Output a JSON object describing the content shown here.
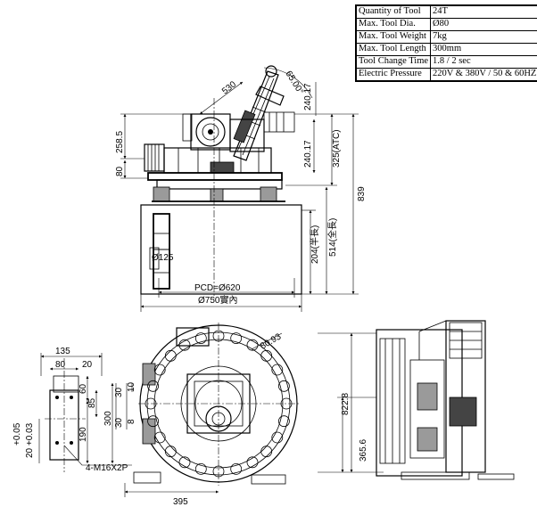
{
  "specs": [
    {
      "label": "Quantity of Tool",
      "value": "24T"
    },
    {
      "label": "Max. Tool Dia.",
      "value": "Ø80"
    },
    {
      "label": "Max. Tool Weight",
      "value": "7kg"
    },
    {
      "label": "Max. Tool Length",
      "value": "300mm"
    },
    {
      "label": "Tool Change Time",
      "value": "1.8 / 2 sec"
    },
    {
      "label": "Electric Pressure",
      "value": "220V & 380V / 50 & 60HZ"
    }
  ],
  "dims": {
    "d530": "530",
    "d65": "65.00°",
    "d240a": "240.17",
    "d258": "258.5",
    "d80": "80",
    "d240b": "240.17",
    "d325": "325(ATC)",
    "d839": "839",
    "d514": "514(全長)",
    "d204": "204(半長)",
    "d125": "Ø125",
    "pcd": "PCD=Ø620",
    "d750": "Ø750實內",
    "d135": "135",
    "d80b": "80",
    "d20": "20",
    "d60": "60",
    "d85": "85",
    "d190": "190",
    "d300": "300",
    "tol": "20 +0.03 / +0.05",
    "tol1": "+0.05",
    "tol2": "20 +0.03",
    "bolt": "4-M16X2P",
    "d30": "30",
    "d10": "10",
    "d30b": "30",
    "d8": "8",
    "d80_93": "80.93",
    "d395": "395",
    "d822": "822.8",
    "d365": "365.6"
  }
}
